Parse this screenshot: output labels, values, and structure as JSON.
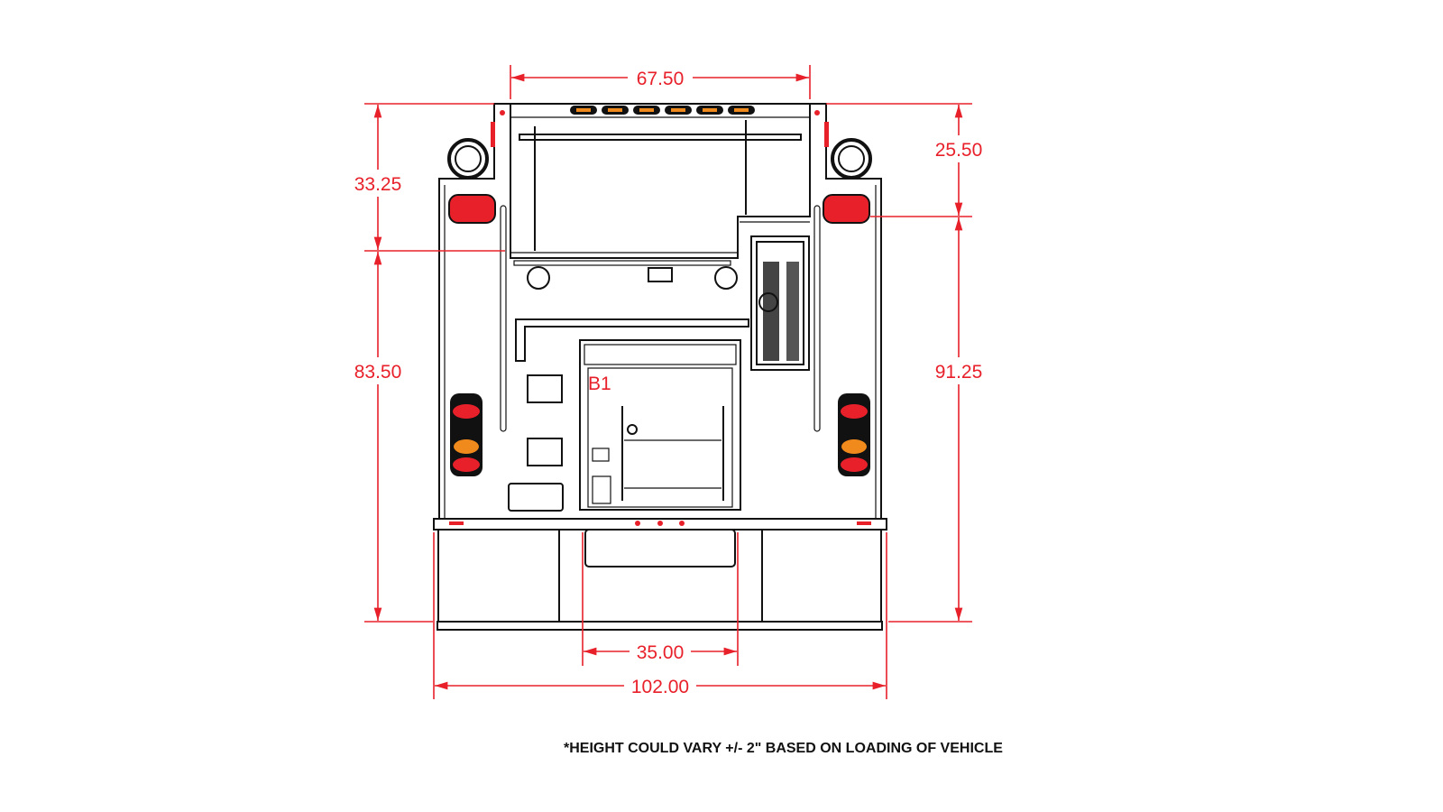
{
  "dimensions": {
    "top_width": "67.50",
    "left_upper_height": "33.25",
    "left_lower_height": "83.50",
    "right_upper_height": "25.50",
    "right_lower_height": "91.25",
    "hitch_width": "35.00",
    "overall_width": "102.00"
  },
  "compartment_label": "B1",
  "footnote": "*HEIGHT COULD VARY +/- 2\" BASED ON LOADING OF VEHICLE",
  "colors": {
    "dimension": "#e8202a",
    "amber": "#f08a1c",
    "lens_red": "#e8202a"
  }
}
